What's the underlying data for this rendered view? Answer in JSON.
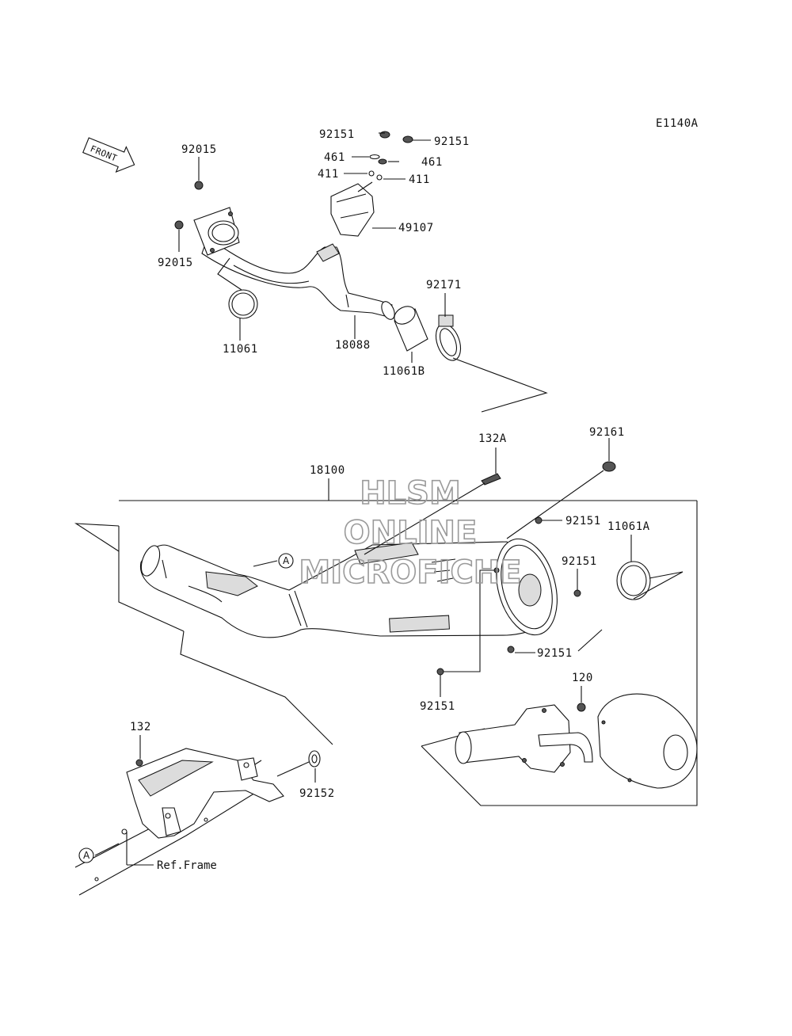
{
  "diagram": {
    "code": "E1140A",
    "front_label": "FRONT",
    "watermark": [
      "HLSM",
      "ONLINE",
      "MICROFICHE"
    ],
    "ref_frame_label": "Ref.Frame",
    "circle_marker": "A",
    "parts": {
      "p92151_a": "92151",
      "p92151_b": "92151",
      "p461_a": "461",
      "p461_b": "461",
      "p411_a": "411",
      "p411_b": "411",
      "p49107": "49107",
      "p92015_top": "92015",
      "p92015_bot": "92015",
      "p11061": "11061",
      "p18088": "18088",
      "p11061B": "11061B",
      "p92171": "92171",
      "p132A": "132A",
      "p92161": "92161",
      "p18100": "18100",
      "p92151_c": "92151",
      "p11061A": "11061A",
      "p92151_d": "92151",
      "p92151_e": "92151",
      "p92151_f": "92151",
      "p120": "120",
      "p132": "132",
      "p92152": "92152"
    }
  }
}
